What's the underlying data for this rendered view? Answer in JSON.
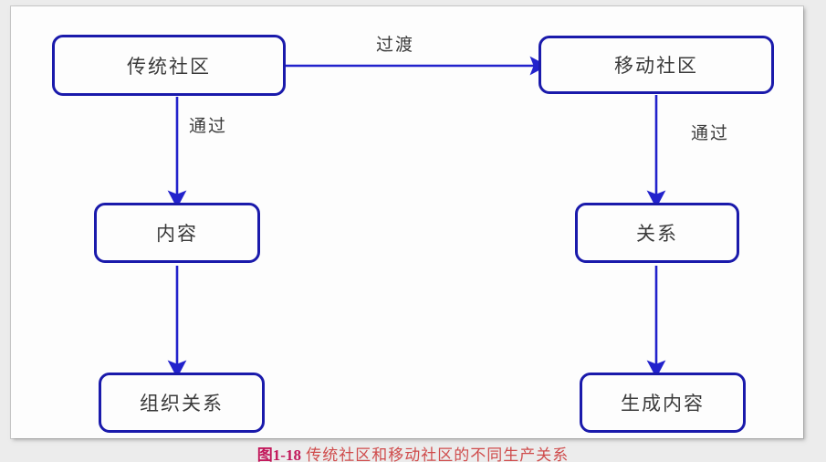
{
  "figure": {
    "caption_number": "图1-18",
    "caption_text": " 传统社区和移动社区的不同生产关系",
    "caption_full": "图1-18 传统社区和移动社区的不同生产关系"
  },
  "colors": {
    "node_border": "#1a1aab",
    "connector": "#2222cc",
    "node_text": "#3a3a3a",
    "caption_number": "#c2185b",
    "caption_text": "#cf4b4b",
    "page_background": "#ececec",
    "card_background": "#fdfdfd"
  },
  "diagram": {
    "type": "flowchart",
    "nodes": [
      {
        "id": "traditional-community",
        "label": "传统社区",
        "column": "left",
        "row": "top"
      },
      {
        "id": "mobile-community",
        "label": "移动社区",
        "column": "right",
        "row": "top"
      },
      {
        "id": "content",
        "label": "内容",
        "column": "left",
        "row": "middle"
      },
      {
        "id": "relationship",
        "label": "关系",
        "column": "right",
        "row": "middle"
      },
      {
        "id": "organize-relationship",
        "label": "组织关系",
        "column": "left",
        "row": "bottom"
      },
      {
        "id": "generate-content",
        "label": "生成内容",
        "column": "right",
        "row": "bottom"
      }
    ],
    "edges": [
      {
        "id": "edge-transition",
        "from": "traditional-community",
        "to": "mobile-community",
        "label": "过渡",
        "direction": "horizontal"
      },
      {
        "id": "edge-left-through",
        "from": "traditional-community",
        "to": "content",
        "label": "通过",
        "direction": "vertical"
      },
      {
        "id": "edge-right-through",
        "from": "mobile-community",
        "to": "relationship",
        "label": "通过",
        "direction": "vertical"
      },
      {
        "id": "edge-left-produce",
        "from": "content",
        "to": "organize-relationship",
        "label": "",
        "direction": "vertical"
      },
      {
        "id": "edge-right-produce",
        "from": "relationship",
        "to": "generate-content",
        "label": "",
        "direction": "vertical"
      }
    ]
  }
}
